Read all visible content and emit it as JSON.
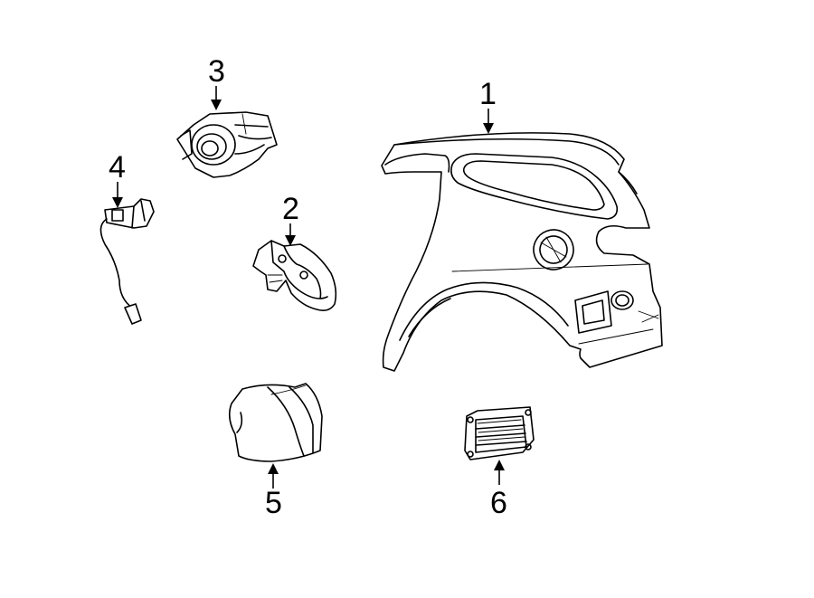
{
  "diagram": {
    "background": "#ffffff",
    "line_color": "#000000",
    "callouts": [
      {
        "id": "1",
        "label": "1"
      },
      {
        "id": "2",
        "label": "2"
      },
      {
        "id": "3",
        "label": "3"
      },
      {
        "id": "4",
        "label": "4"
      },
      {
        "id": "5",
        "label": "5"
      },
      {
        "id": "6",
        "label": "6"
      }
    ]
  }
}
